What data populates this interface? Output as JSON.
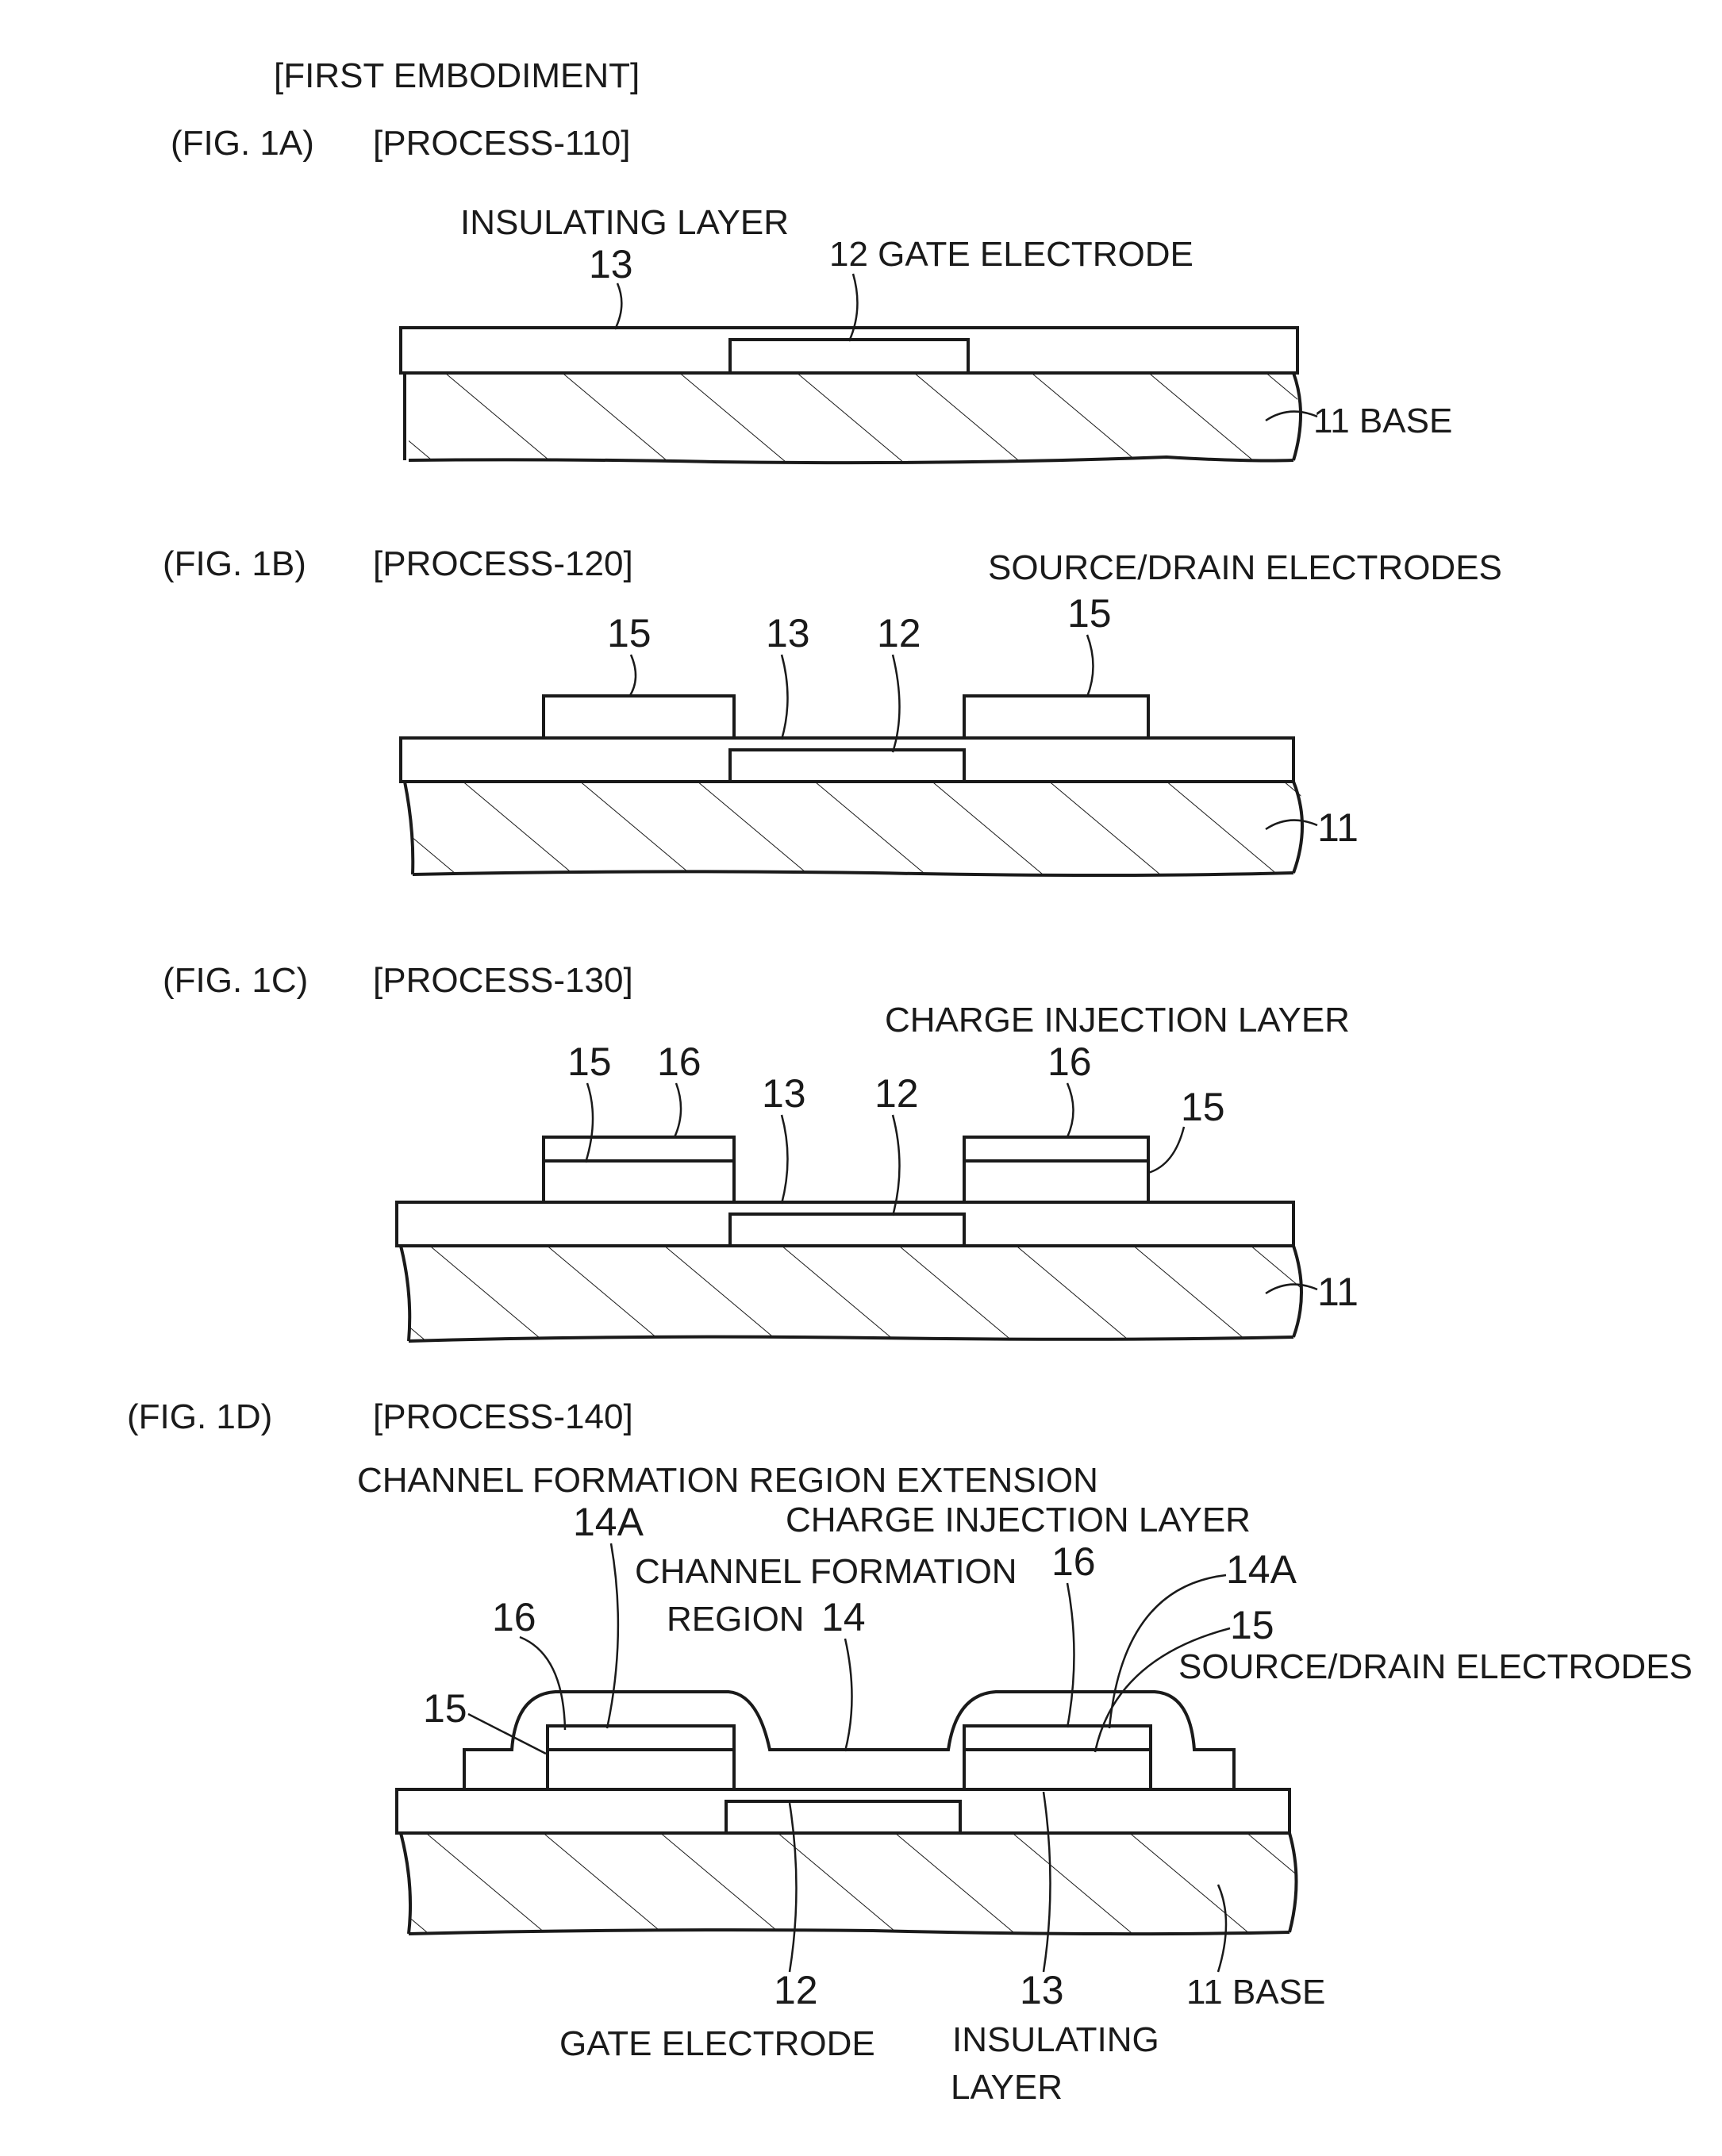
{
  "page": {
    "title": "[FIRST EMBODIMENT]",
    "colors": {
      "ink": "#1a1a1a",
      "background": "#ffffff"
    }
  },
  "figures": [
    {
      "id": "fig1a",
      "fig_label": "(FIG. 1A)",
      "process": "[PROCESS-110]",
      "labels": {
        "insulating_layer": "INSULATING LAYER",
        "ref_13": "13",
        "gate_electrode": "12 GATE ELECTRODE",
        "base": "11 BASE"
      }
    },
    {
      "id": "fig1b",
      "fig_label": "(FIG. 1B)",
      "process": "[PROCESS-120]",
      "labels": {
        "source_drain_electrodes": "SOURCE/DRAIN ELECTRODES",
        "ref_15_right": "15",
        "ref_15_left": "15",
        "ref_13": "13",
        "ref_12": "12",
        "ref_11": "11"
      }
    },
    {
      "id": "fig1c",
      "fig_label": "(FIG. 1C)",
      "process": "[PROCESS-130]",
      "labels": {
        "charge_injection_layer": "CHARGE INJECTION LAYER",
        "ref_15_left": "15",
        "ref_16_left": "16",
        "ref_13": "13",
        "ref_12": "12",
        "ref_16_right": "16",
        "ref_15_right": "15",
        "ref_11": "11"
      }
    },
    {
      "id": "fig1d",
      "fig_label": "(FIG. 1D)",
      "process": "[PROCESS-140]",
      "labels": {
        "channel_formation_region_extension": "CHANNEL FORMATION REGION EXTENSION",
        "ref_14a_left": "14A",
        "charge_injection_layer": "CHARGE INJECTION LAYER",
        "channel_formation_line1": "CHANNEL FORMATION",
        "channel_formation_line2": "REGION",
        "ref_14": "14",
        "ref_16_right": "16",
        "ref_14a_right": "14A",
        "ref_16_left": "16",
        "ref_15_right": "15",
        "source_drain_electrodes": "SOURCE/DRAIN ELECTRODES",
        "ref_15_left": "15",
        "ref_12": "12",
        "gate_electrode": "GATE ELECTRODE",
        "ref_13": "13",
        "insulating_line1": "INSULATING",
        "insulating_line2": "LAYER",
        "base": "11  BASE"
      }
    }
  ]
}
